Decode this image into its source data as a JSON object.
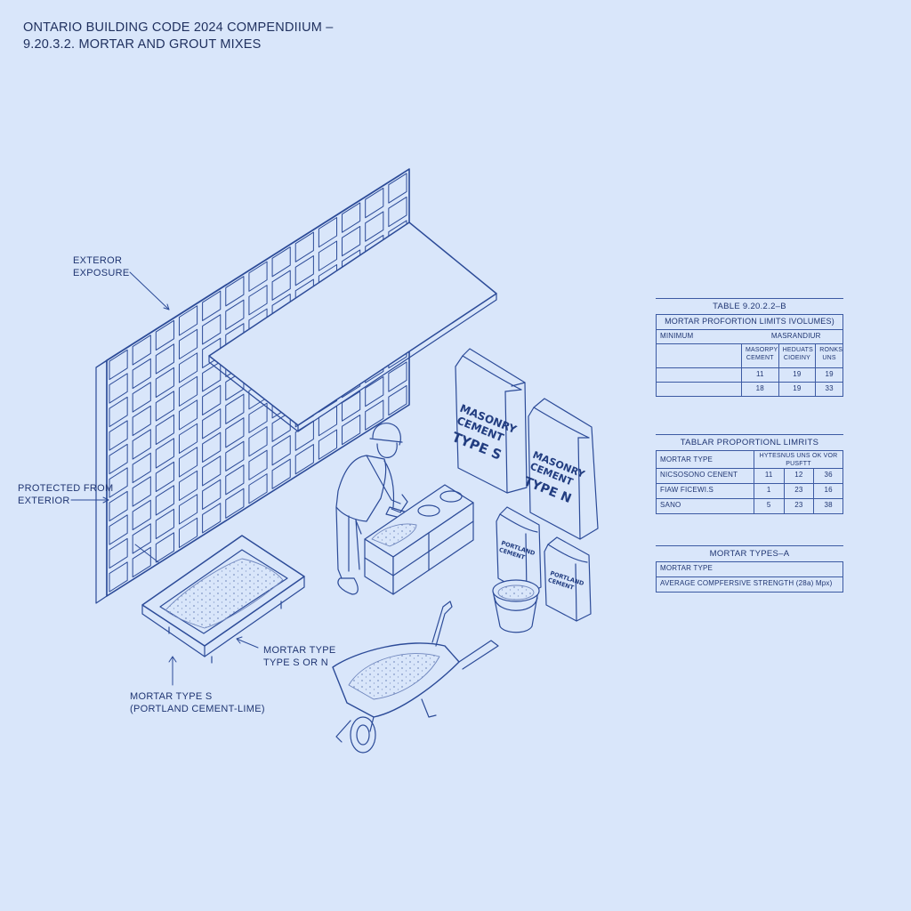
{
  "title": {
    "line1": "ONTARIO BUILDING CODE 2024 COMPENDIIUM –",
    "line2": "9.20.3.2. MORTAR AND GROUT MIXES"
  },
  "callouts": {
    "exterior_exposure": [
      "EXTEROR",
      "EXPOSURE"
    ],
    "protected": [
      "PROTECTED FROM",
      "EXTERIOR"
    ],
    "mortar_type_s_or_n": [
      "MORTAR TYPE",
      "TYPE S OR N"
    ],
    "mortar_type_s_portland": [
      "MORTAR TYPE S",
      "(PORTLAND CEMENT-LIME)"
    ]
  },
  "bags": {
    "bag1": [
      "MASONRY",
      "CEMENT",
      "TYPE S"
    ],
    "bag2": [
      "MASONRY",
      "CEMENT",
      "TYPE N"
    ],
    "bag3": [
      "PORTLAND",
      "CEMENT"
    ],
    "bag4": [
      "PORTLAND",
      "CEMENT"
    ]
  },
  "table1": {
    "caption": "TABLE 9.20.2.2–B",
    "header": "MORTAR PROFORTION LIMITS IVOLUMES)",
    "sub": [
      "MINIMUM",
      "MASRANDIUR"
    ],
    "cols": [
      "MASORPY CEMENT",
      "HEDUATS CIOEINY",
      "RONKS UNS"
    ],
    "rows": [
      [
        "",
        "11",
        "19",
        "19"
      ],
      [
        "",
        "18",
        "19",
        "33"
      ]
    ]
  },
  "table2": {
    "caption": "TABLAR PROPORTIONL LIMRITS",
    "header": [
      "MORTAR TYPE",
      "HYTESNUS UNS OK VOR PUSFTT"
    ],
    "rows": [
      [
        "NICSOSONO CENENT",
        "11",
        "12",
        "36"
      ],
      [
        "FIAW FICEWI.S",
        "1",
        "23",
        "16"
      ],
      [
        "SANO",
        "5",
        "23",
        "38"
      ]
    ]
  },
  "table3": {
    "caption": "MORTAR TYPES–A",
    "rows": [
      "MORTAR TYPE",
      "AVERAGE COMPFERSIVE STRENGTH (28a) Mpx)"
    ]
  }
}
